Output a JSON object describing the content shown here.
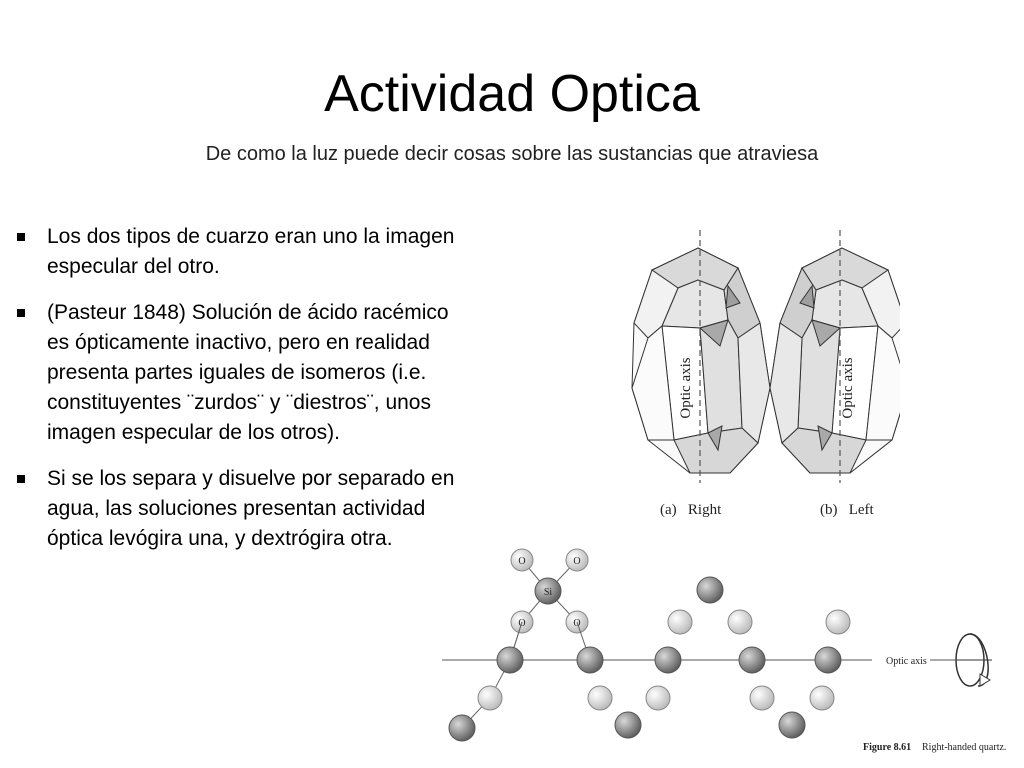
{
  "slide": {
    "title": "Actividad Optica",
    "subtitle": "De como la luz puede decir cosas sobre las sustancias que atraviesa"
  },
  "bullets": [
    "Los dos tipos de cuarzo eran uno la imagen especular del otro.",
    "(Pasteur 1848) Solución de ácido racémico es ópticamente inactivo, pero en realidad presenta partes iguales de isomeros (i.e. constituyentes ¨zurdos¨ y ¨diestros¨, unos imagen especular de los otros).",
    "Si se los separa y disuelve por separado en agua, las soluciones presentan actividad óptica levógira una, y dextrógira otra."
  ],
  "crystal_figure": {
    "axis_label": "Optic axis",
    "left_caption": "(a)   Right",
    "right_caption": "(b)   Left"
  },
  "chain_figure": {
    "atom_o": "O",
    "atom_si": "Si",
    "axis_label": "Optic axis",
    "figure_number": "Figure 8.61",
    "figure_caption": "Right-handed quartz."
  }
}
